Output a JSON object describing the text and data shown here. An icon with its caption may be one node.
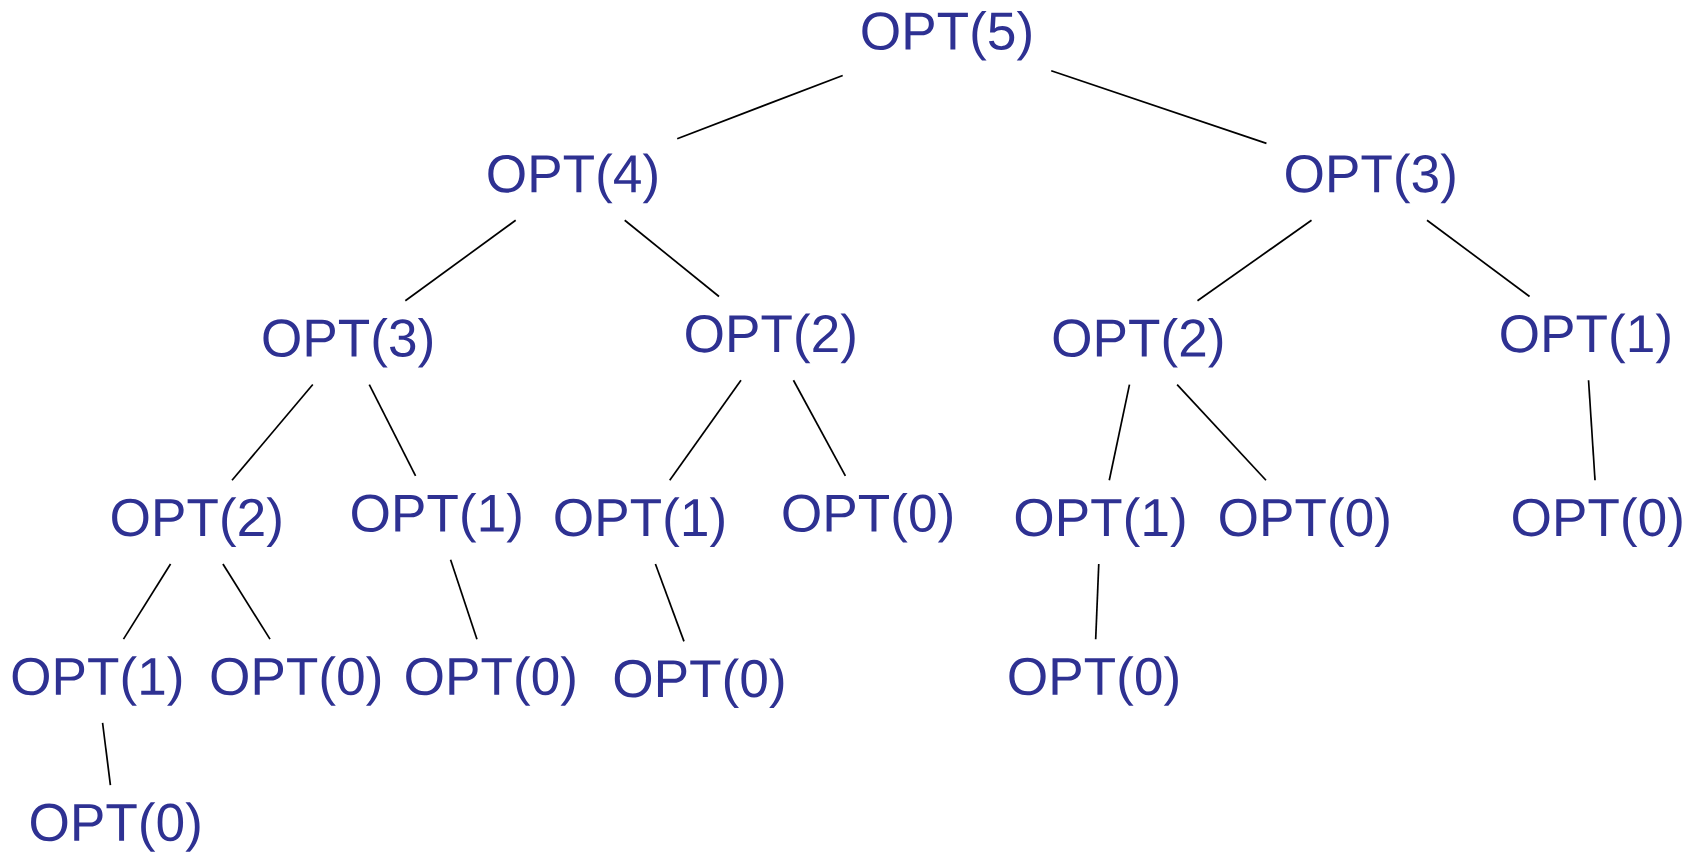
{
  "diagram": {
    "nodes": [
      {
        "text": [
          "OPT(5)"
        ]
      },
      {
        "text": [
          "OPT(4)"
        ]
      },
      {
        "text": [
          "OPT(3)"
        ]
      },
      {
        "text": [
          "OPT(3)"
        ]
      },
      {
        "text": [
          "OPT(2)"
        ]
      },
      {
        "text": [
          "OPT(2)"
        ]
      },
      {
        "text": [
          "OPT(1)"
        ]
      },
      {
        "text": [
          "OPT(2)"
        ]
      },
      {
        "text": [
          "OPT(1)"
        ]
      },
      {
        "text": [
          "OPT(1)"
        ]
      },
      {
        "text": [
          "OPT(0)"
        ]
      },
      {
        "text": [
          "OPT(1)"
        ]
      },
      {
        "text": [
          "OPT(0)"
        ]
      },
      {
        "text": [
          "OPT(0)"
        ]
      },
      {
        "text": [
          "OPT(1)"
        ]
      },
      {
        "text": [
          "OPT(0)"
        ]
      },
      {
        "text": [
          "OPT(0)"
        ]
      },
      {
        "text": [
          "OPT(0)"
        ]
      },
      {
        "text": [
          "OPT(0)"
        ]
      },
      {
        "text": [
          "OPT(0)"
        ]
      }
    ],
    "edges": [
      {
        "from": 0,
        "to": 1,
        "arrow": "none"
      },
      {
        "from": 0,
        "to": 2,
        "arrow": "none"
      },
      {
        "from": 1,
        "to": 3,
        "arrow": "none"
      },
      {
        "from": 1,
        "to": 4,
        "arrow": "none"
      },
      {
        "from": 2,
        "to": 5,
        "arrow": "none"
      },
      {
        "from": 2,
        "to": 6,
        "arrow": "none"
      },
      {
        "from": 3,
        "to": 7,
        "arrow": "none"
      },
      {
        "from": 3,
        "to": 8,
        "arrow": "none"
      },
      {
        "from": 4,
        "to": 9,
        "arrow": "none"
      },
      {
        "from": 4,
        "to": 10,
        "arrow": "none"
      },
      {
        "from": 5,
        "to": 11,
        "arrow": "none"
      },
      {
        "from": 5,
        "to": 12,
        "arrow": "none"
      },
      {
        "from": 6,
        "to": 13,
        "arrow": "none"
      },
      {
        "from": 7,
        "to": 14,
        "arrow": "none"
      },
      {
        "from": 7,
        "to": 15,
        "arrow": "none"
      },
      {
        "from": 8,
        "to": 16,
        "arrow": "none"
      },
      {
        "from": 9,
        "to": 17,
        "arrow": "none"
      },
      {
        "from": 11,
        "to": 18,
        "arrow": "none"
      },
      {
        "from": 14,
        "to": 19,
        "arrow": "none"
      }
    ]
  }
}
